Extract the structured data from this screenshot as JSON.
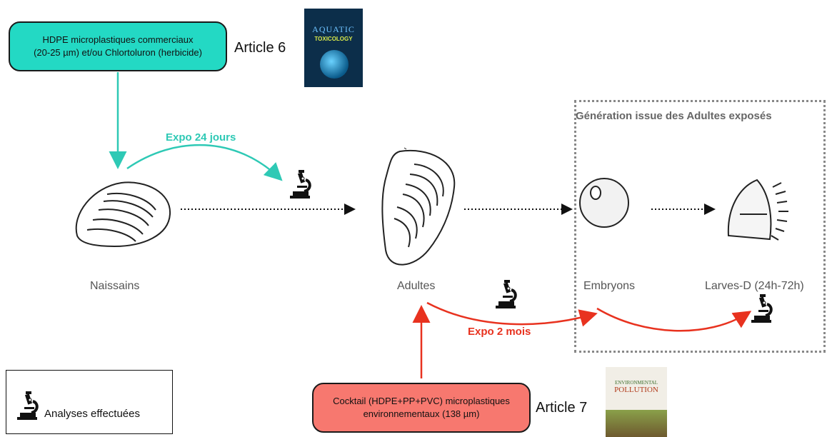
{
  "box_top": {
    "text": "HDPE microplastiques commerciaux\n(20-25 µm) et/ou Chlortoluron (herbicide)"
  },
  "box_bottom": {
    "text": "Cocktail (HDPE+PP+PVC) microplastiques\nenvironnementaux (138 µm)"
  },
  "article6": "Article 6",
  "article7": "Article 7",
  "journal_top": {
    "line1": "AQUATIC",
    "line2": "TOXICOLOGY"
  },
  "journal_bottom": {
    "line1": "ENVIRONMENTAL",
    "line2": "POLLUTION"
  },
  "expo_top": {
    "label": "Expo 24 jours",
    "color": "#2ec9b5"
  },
  "expo_bottom": {
    "label": "Expo 2 mois",
    "color": "#e8321f"
  },
  "generation_title": "Génération issue des Adultes exposés",
  "stages": {
    "naissains": "Naissains",
    "adultes": "Adultes",
    "embryons": "Embryons",
    "larves": "Larves-D (24h-72h)"
  },
  "legend": {
    "text": "Analyses effectuées",
    "icon": "microscope-icon"
  }
}
